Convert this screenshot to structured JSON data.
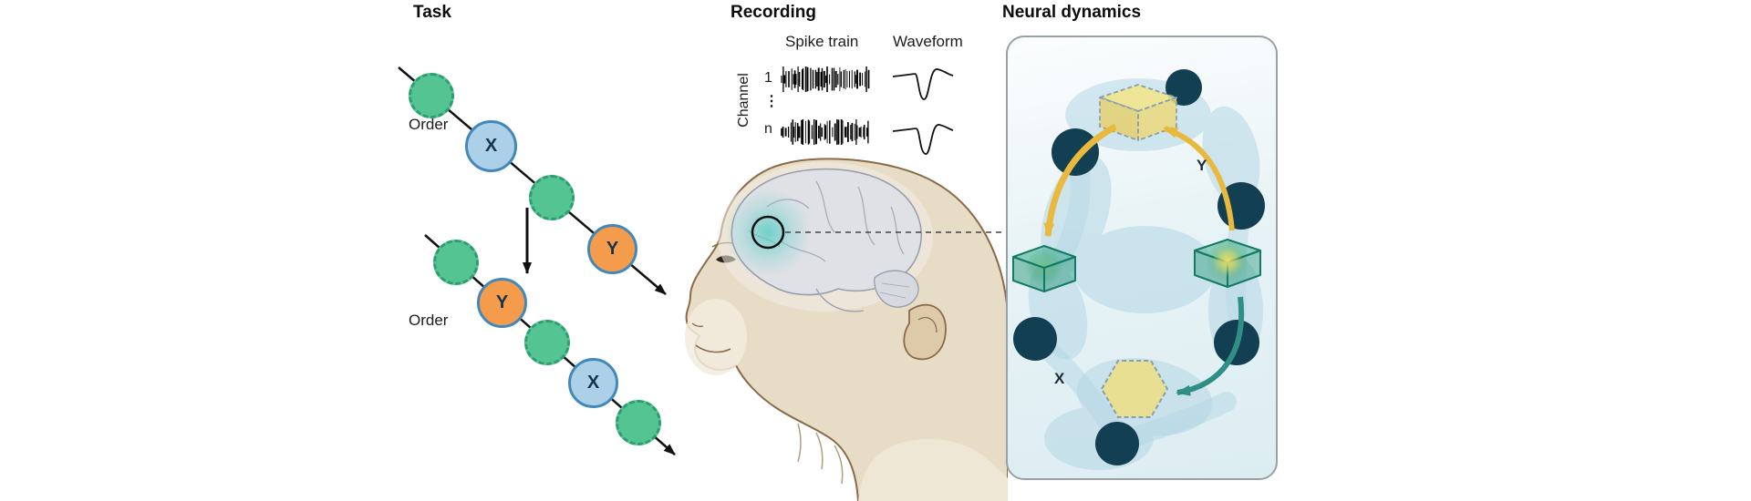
{
  "figure": {
    "background": "#ffffff"
  },
  "panels": {
    "task": {
      "title": "Task",
      "sequence1": {
        "order_label": "Order",
        "items": [
          {
            "type": "distractor-dot"
          },
          {
            "type": "item",
            "label": "X"
          },
          {
            "type": "distractor-dot"
          },
          {
            "type": "item",
            "label": "Y"
          }
        ]
      },
      "sequence2": {
        "order_label": "Order",
        "items": [
          {
            "type": "distractor-dot"
          },
          {
            "type": "item",
            "label": "Y"
          },
          {
            "type": "distractor-dot"
          },
          {
            "type": "item",
            "label": "X"
          },
          {
            "type": "distractor-dot"
          }
        ]
      }
    },
    "recording": {
      "title": "Recording",
      "spike_train_label": "Spike train",
      "waveform_label": "Waveform",
      "channel_axis_label": "Channel",
      "channel_first": "1",
      "channel_dots": "⋮",
      "channel_last": "n"
    },
    "neural_dynamics": {
      "title": "Neural dynamics",
      "label_y": "Y",
      "label_x": "X"
    }
  },
  "colors": {
    "distractor_green": "#55c493",
    "item_blue": "#abd0e8",
    "item_orange": "#f59c4c",
    "item_border_blue": "#4288ba",
    "arrow_black": "#111111",
    "network_node_dark": "#123f52",
    "network_blob_blue": "#b5d7e5",
    "cube_yellow": "#ecd97c",
    "cube_green": "#2a9a7c",
    "arrow_yellow": "#e9b93d",
    "arrow_teal": "#2f8e86",
    "brain_highlight_teal": "#5ecdc5",
    "monkey_fur": "#e7dcc6",
    "panel_bg": "#e8f3f6"
  }
}
